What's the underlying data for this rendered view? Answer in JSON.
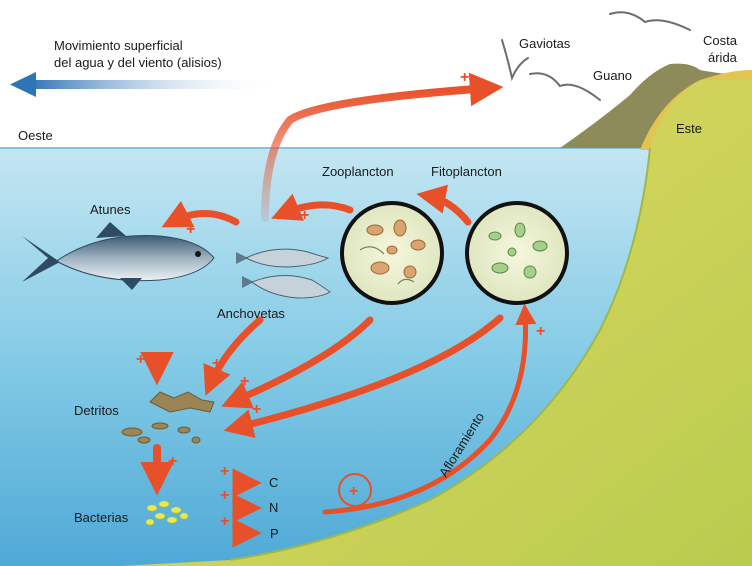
{
  "legend": {
    "wind_line1": "Movimiento superficial",
    "wind_line2": "del agua y del viento (alisios)"
  },
  "labels": {
    "west": "Oeste",
    "east": "Este",
    "seagulls": "Gaviotas",
    "guano": "Guano",
    "coast_line1": "Costa",
    "coast_line2": "árida",
    "zooplankton": "Zooplancton",
    "phytoplankton": "Fitoplancton",
    "tuna": "Atunes",
    "anchovies": "Anchovetas",
    "detritus": "Detritos",
    "bacteria": "Bacterias",
    "upwelling": "Afloramiento"
  },
  "nutrients": [
    "C",
    "N",
    "P"
  ],
  "plus_sign": "+",
  "colors": {
    "sky": "#ffffff",
    "water_top": "#bfe3f0",
    "water_bottom": "#58b4dc",
    "seabed": "#c9d254",
    "arrow": "#e8502a",
    "wind_arrow": "#2f74b5",
    "hill": "#8d8a5a"
  }
}
